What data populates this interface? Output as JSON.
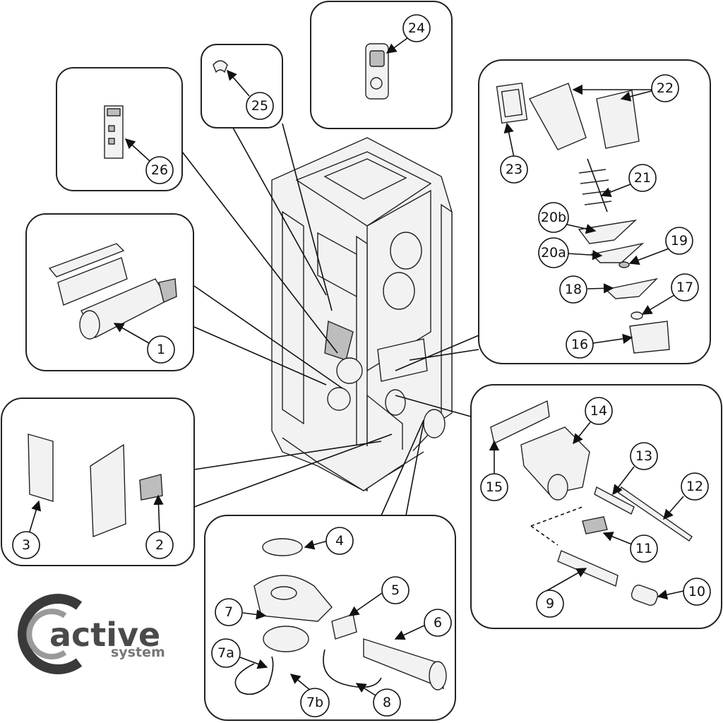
{
  "callouts": [
    "1",
    "2",
    "3",
    "4",
    "5",
    "6",
    "7",
    "7a",
    "7b",
    "8",
    "9",
    "10",
    "11",
    "12",
    "13",
    "14",
    "15",
    "16",
    "17",
    "18",
    "19",
    "20a",
    "20b",
    "21",
    "22",
    "23",
    "24",
    "25",
    "26"
  ],
  "logo": {
    "word": "active",
    "sub": "system"
  }
}
